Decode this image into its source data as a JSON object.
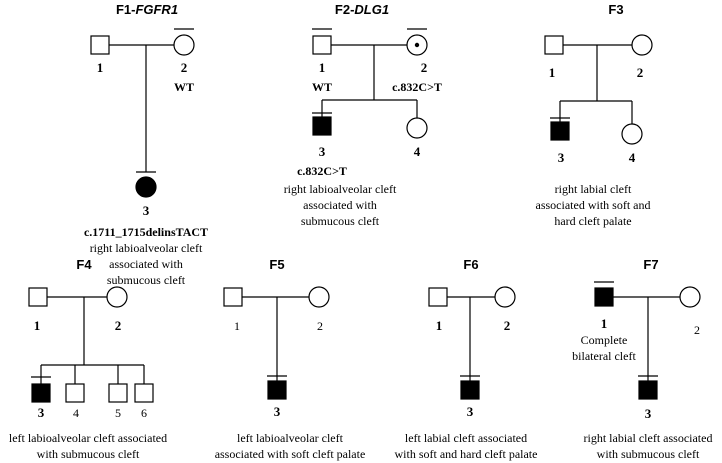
{
  "families": {
    "f1": {
      "title_prefix": "F1-",
      "title_gene": "FGFR1",
      "n1": "1",
      "n2": "2",
      "n3": "3",
      "wt2": "WT",
      "variant": "c.1711_1715delinsTACT",
      "pheno": [
        "right labioalveolar cleft",
        "associated with",
        "submucous cleft"
      ]
    },
    "f2": {
      "title_prefix": "F2-",
      "title_gene": "DLG1",
      "n1": "1",
      "n2": "2",
      "n3": "3",
      "n4": "4",
      "wt1": "WT",
      "variant2": "c.832C>T",
      "variant3": "c.832C>T",
      "pheno": [
        "right labioalveolar cleft",
        "associated with",
        "submucous cleft"
      ]
    },
    "f3": {
      "title": "F3",
      "n1": "1",
      "n2": "2",
      "n3": "3",
      "n4": "4",
      "pheno": [
        "right labial cleft",
        "associated with soft and",
        "hard cleft palate"
      ]
    },
    "f4": {
      "title": "F4",
      "n1": "1",
      "n2": "2",
      "n3": "3",
      "n4": "4",
      "n5": "5",
      "n6": "6",
      "pheno": [
        "left labioalveolar cleft associated",
        "with submucous cleft"
      ]
    },
    "f5": {
      "title": "F5",
      "n1": "1",
      "n2": "2",
      "n3": "3",
      "pheno": [
        "left labioalveolar cleft",
        "associated with soft cleft palate"
      ]
    },
    "f6": {
      "title": "F6",
      "n1": "1",
      "n2": "2",
      "n3": "3",
      "pheno": [
        "left labial cleft associated",
        "with soft and hard cleft palate"
      ]
    },
    "f7": {
      "title": "F7",
      "n1": "1",
      "n2": "2",
      "n3": "3",
      "pheno1": [
        "Complete",
        "bilateral cleft"
      ],
      "pheno": [
        "right labial cleft associated",
        "with submucous cleft"
      ]
    }
  }
}
